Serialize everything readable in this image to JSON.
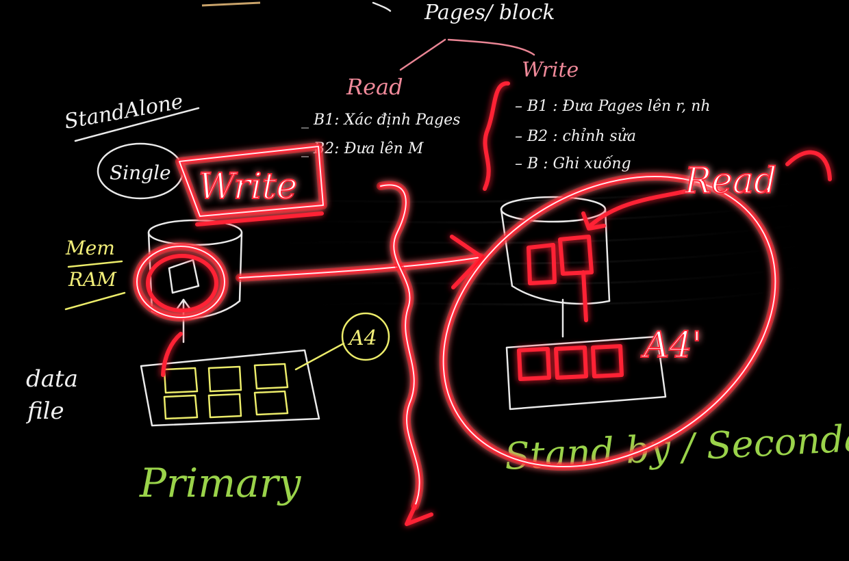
{
  "top": {
    "title": "Pages/ block"
  },
  "read_col": {
    "heading": "Read",
    "step1": "_ B1: Xác định Pages",
    "step2": "_ B2: Đưa lên M"
  },
  "write_col": {
    "heading": "Write",
    "step1": "– B1 : Đưa Pages lên r, nh",
    "step2": "– B2 : chỉnh sửa",
    "step3": "– B : Ghi xuống"
  },
  "left": {
    "standalone": "StandAlone",
    "single": "Single",
    "mem": "Mem",
    "ram": "RAM",
    "datafile_line1": "data",
    "datafile_line2": "file",
    "block_label": "A4",
    "caption": "Primary"
  },
  "neon": {
    "write_box": "Write",
    "read_label": "Read",
    "block_label": "A4'"
  },
  "right": {
    "caption": "Stand by / Secondary"
  },
  "colors": {
    "background": "#000000",
    "neon_red": "#ff2434",
    "chalk_white": "#f2f2f2",
    "chalk_pink": "#f08a9a",
    "chalk_yellow": "#f3ef7a",
    "chalk_green": "#9ad34a"
  }
}
